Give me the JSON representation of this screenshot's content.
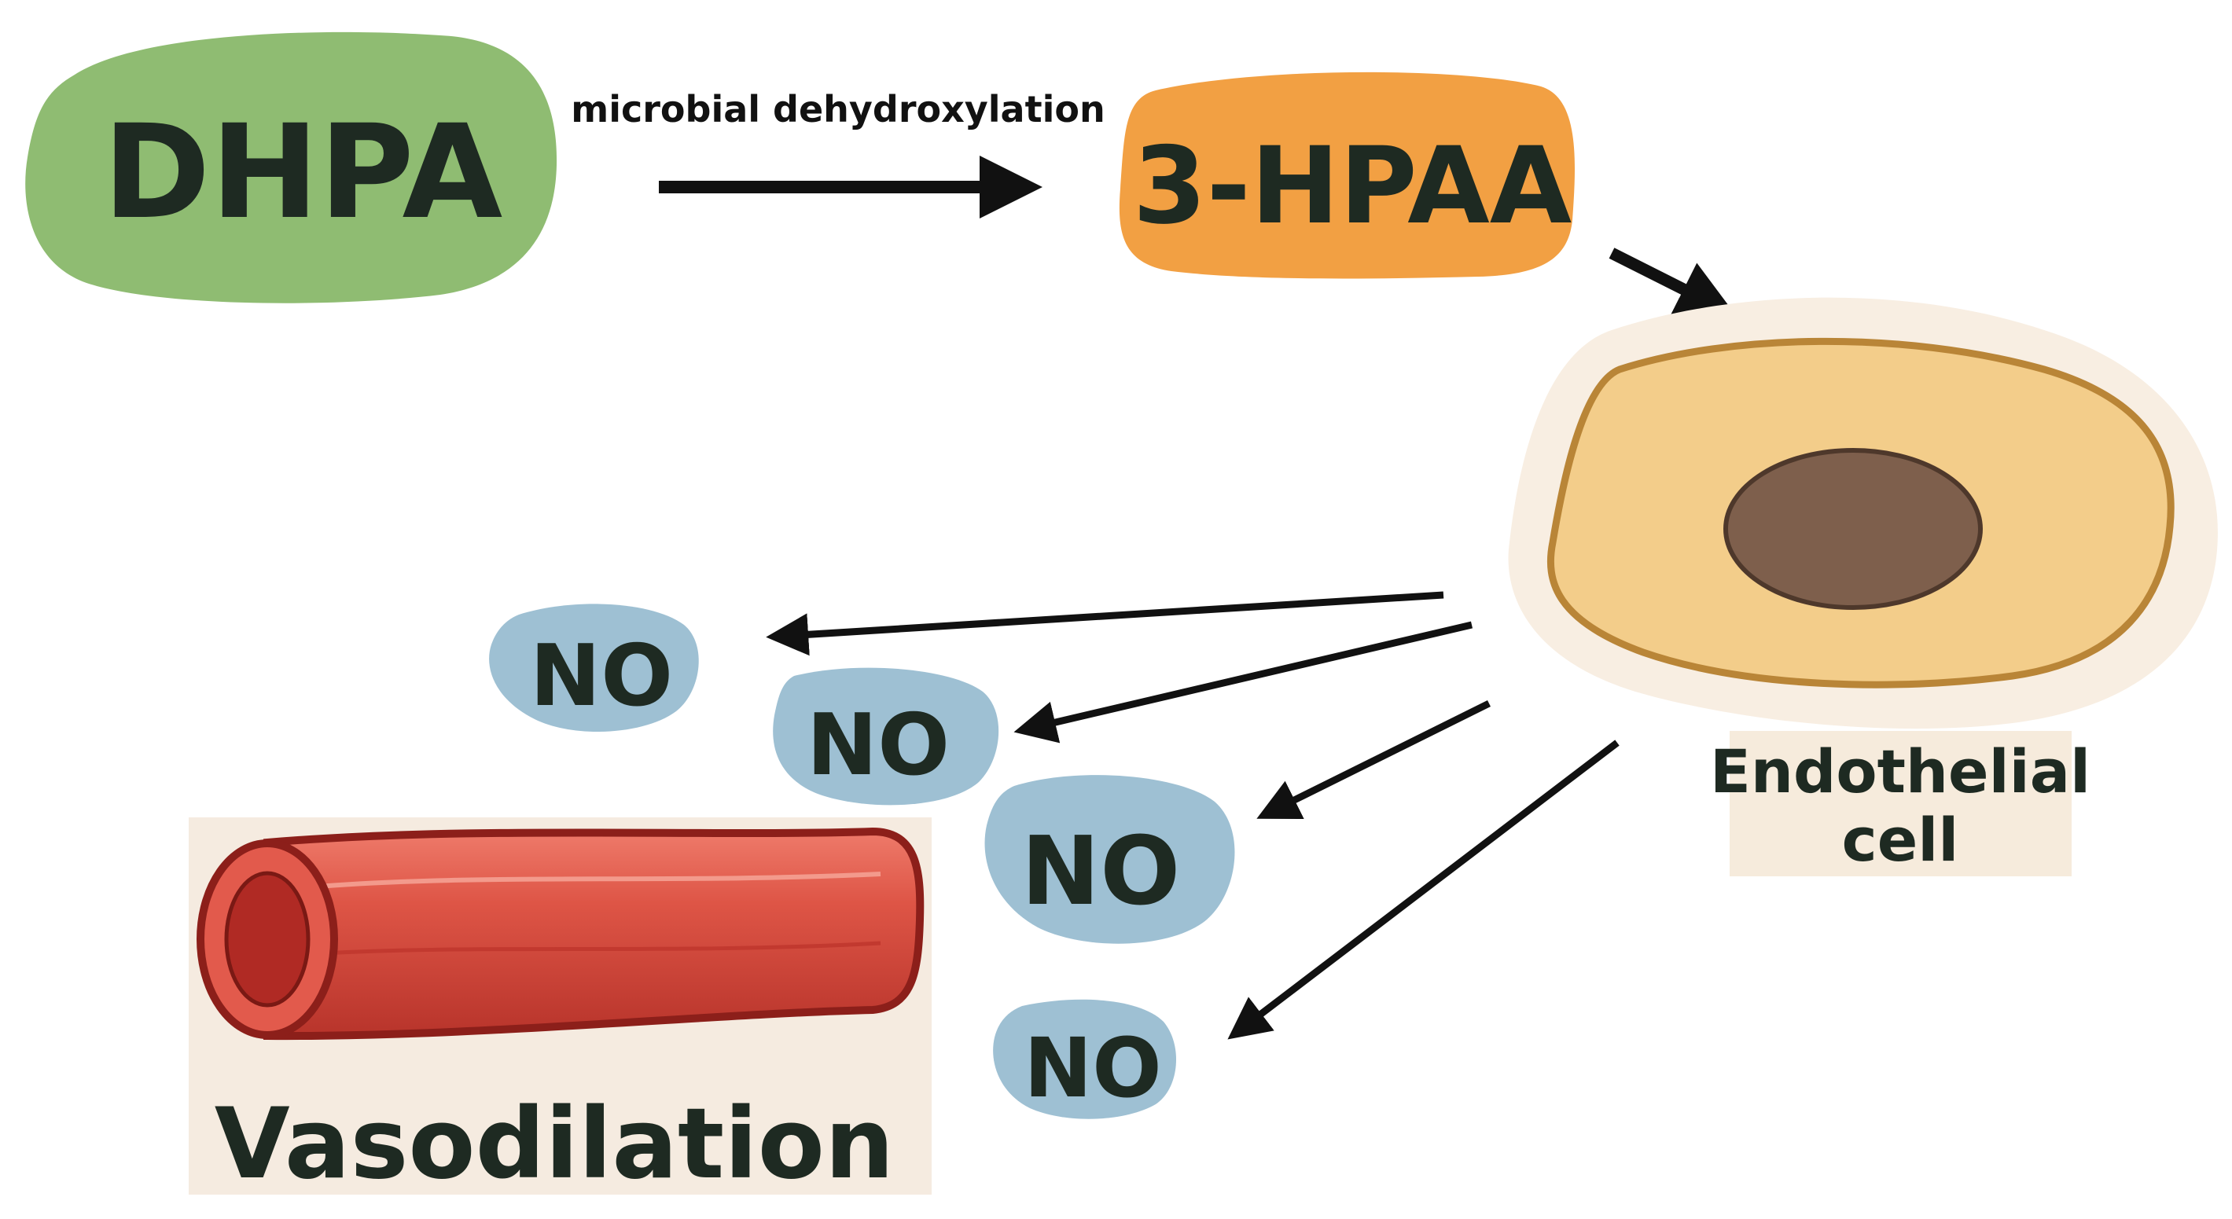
{
  "nodes": {
    "dhpa": {
      "label": "DHPA",
      "color": "#8fbc72"
    },
    "hpaa": {
      "label": "3-HPAA",
      "color": "#f2a043"
    },
    "endothelial": {
      "label_line1": "Endothelial",
      "label_line2": "cell",
      "cell_color": "#f3cd8a",
      "membrane_color": "#b98537",
      "nucleus_color": "#7e5f4c",
      "label_bg": "#f6ebdc"
    },
    "no_molecules": [
      {
        "label": "NO"
      },
      {
        "label": "NO"
      },
      {
        "label": "NO"
      },
      {
        "label": "NO"
      }
    ],
    "no_color": "#9ec0d3",
    "vessel": {
      "label": "Vasodilation",
      "color": "#d9473a",
      "panel_bg": "#f5ebe0"
    }
  },
  "edges": {
    "dhpa_to_hpaa": {
      "label": "microbial dehydroxylation"
    }
  }
}
